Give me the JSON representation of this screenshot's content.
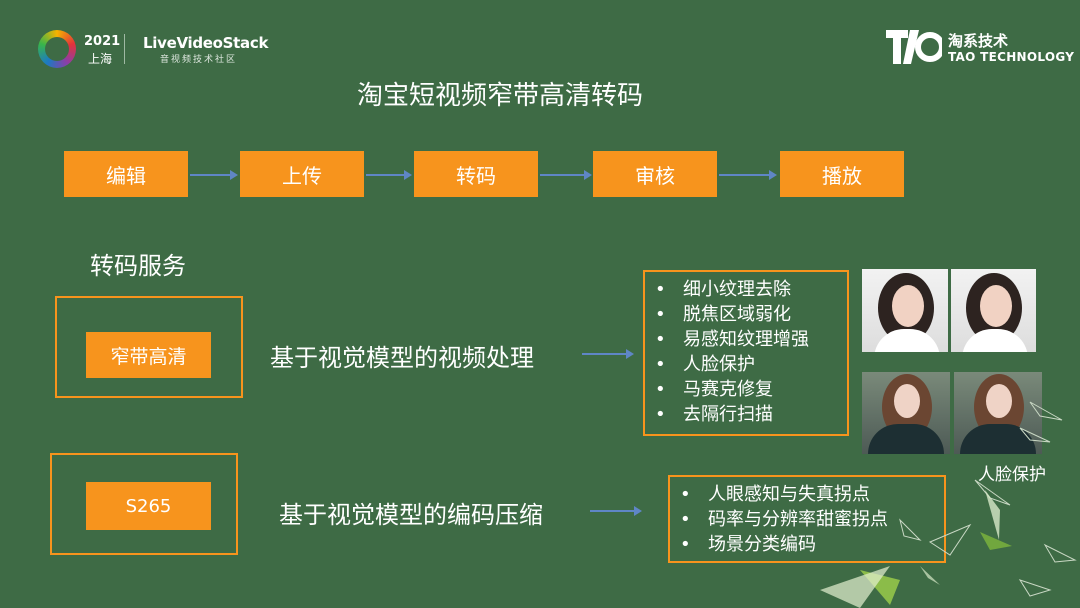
{
  "header": {
    "conf_year": "2021",
    "conf_city": "上海",
    "conf_logo_text": "LiveVideoStack",
    "conf_logo_sub": "音视频技术社区",
    "tao_cn": "淘系技术",
    "tao_en": "TAO TECHNOLOGY"
  },
  "title": "淘宝短视频窄带高清转码",
  "pipeline": [
    "编辑",
    "上传",
    "转码",
    "审核",
    "播放"
  ],
  "section_title": "转码服务",
  "row1": {
    "tag": "窄带高清",
    "desc": "基于视觉模型的视频处理",
    "items": [
      "细小纹理去除",
      "脱焦区域弱化",
      "易感知纹理增强",
      "人脸保护",
      "马赛克修复",
      "去隔行扫描"
    ]
  },
  "row2": {
    "tag": "S265",
    "desc": "基于视觉模型的编码压缩",
    "items": [
      "人眼感知与失真拐点",
      "码率与分辨率甜蜜拐点",
      "场景分类编码"
    ]
  },
  "photo_caption": "人脸保护",
  "colors": {
    "background": "#3e6b45",
    "accent": "#f7941d",
    "arrow": "#5f86c6"
  }
}
